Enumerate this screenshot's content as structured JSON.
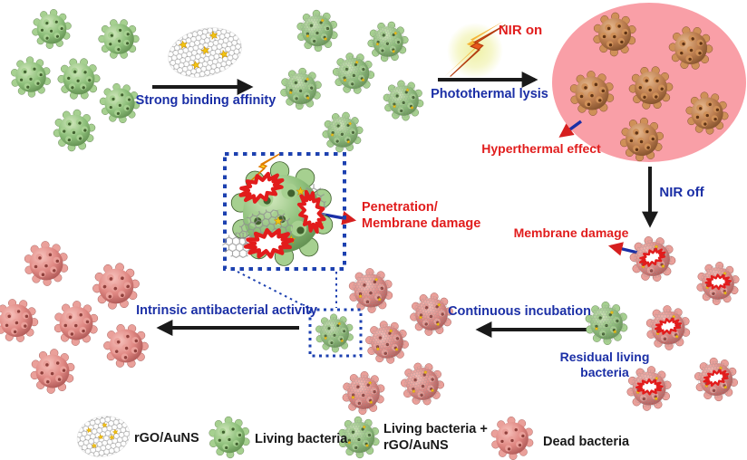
{
  "figure": {
    "description": "Schematic of rGO/AuNS photothermal antibacterial mechanism",
    "background": "#ffffff"
  },
  "labels": {
    "strong_binding": "Strong binding affinity",
    "nir_on": "NIR on",
    "photothermal_lysis": "Photothermal lysis",
    "hyperthermal_effect": "Hyperthermal effect",
    "nir_off": "NIR off",
    "membrane_damage": "Membrane damage",
    "penetration": "Penetration/\nMembrane damage",
    "continuous_incubation": "Continuous incubation",
    "residual_living": "Residual living\nbacteria",
    "intrinsic_activity": "Intrinsic antibacterial activity"
  },
  "legend": {
    "items": [
      {
        "icon": "rgo-auns-sheet-icon",
        "label": "rGO/AuNS"
      },
      {
        "icon": "living-bacterium-icon",
        "label": "Living bacteria"
      },
      {
        "icon": "living-bacterium-rgo-icon",
        "label": "Living bacteria +\nrGO/AuNS"
      },
      {
        "icon": "dead-bacterium-icon",
        "label": "Dead bacteria"
      }
    ]
  },
  "colors": {
    "label_blue": "#1b2fa6",
    "label_red": "#e11d1d",
    "legend_text": "#1a1a1a",
    "living_green": "#8ec07b",
    "heated_orange": "#bb7c4e",
    "dead_red": "#e08883",
    "hyperthermia_zone_pink": "#f99fa7",
    "gold_star": "#f2c410",
    "burst_outline_red": "#e21c1c",
    "dashed_box_blue": "#1d41b0"
  }
}
